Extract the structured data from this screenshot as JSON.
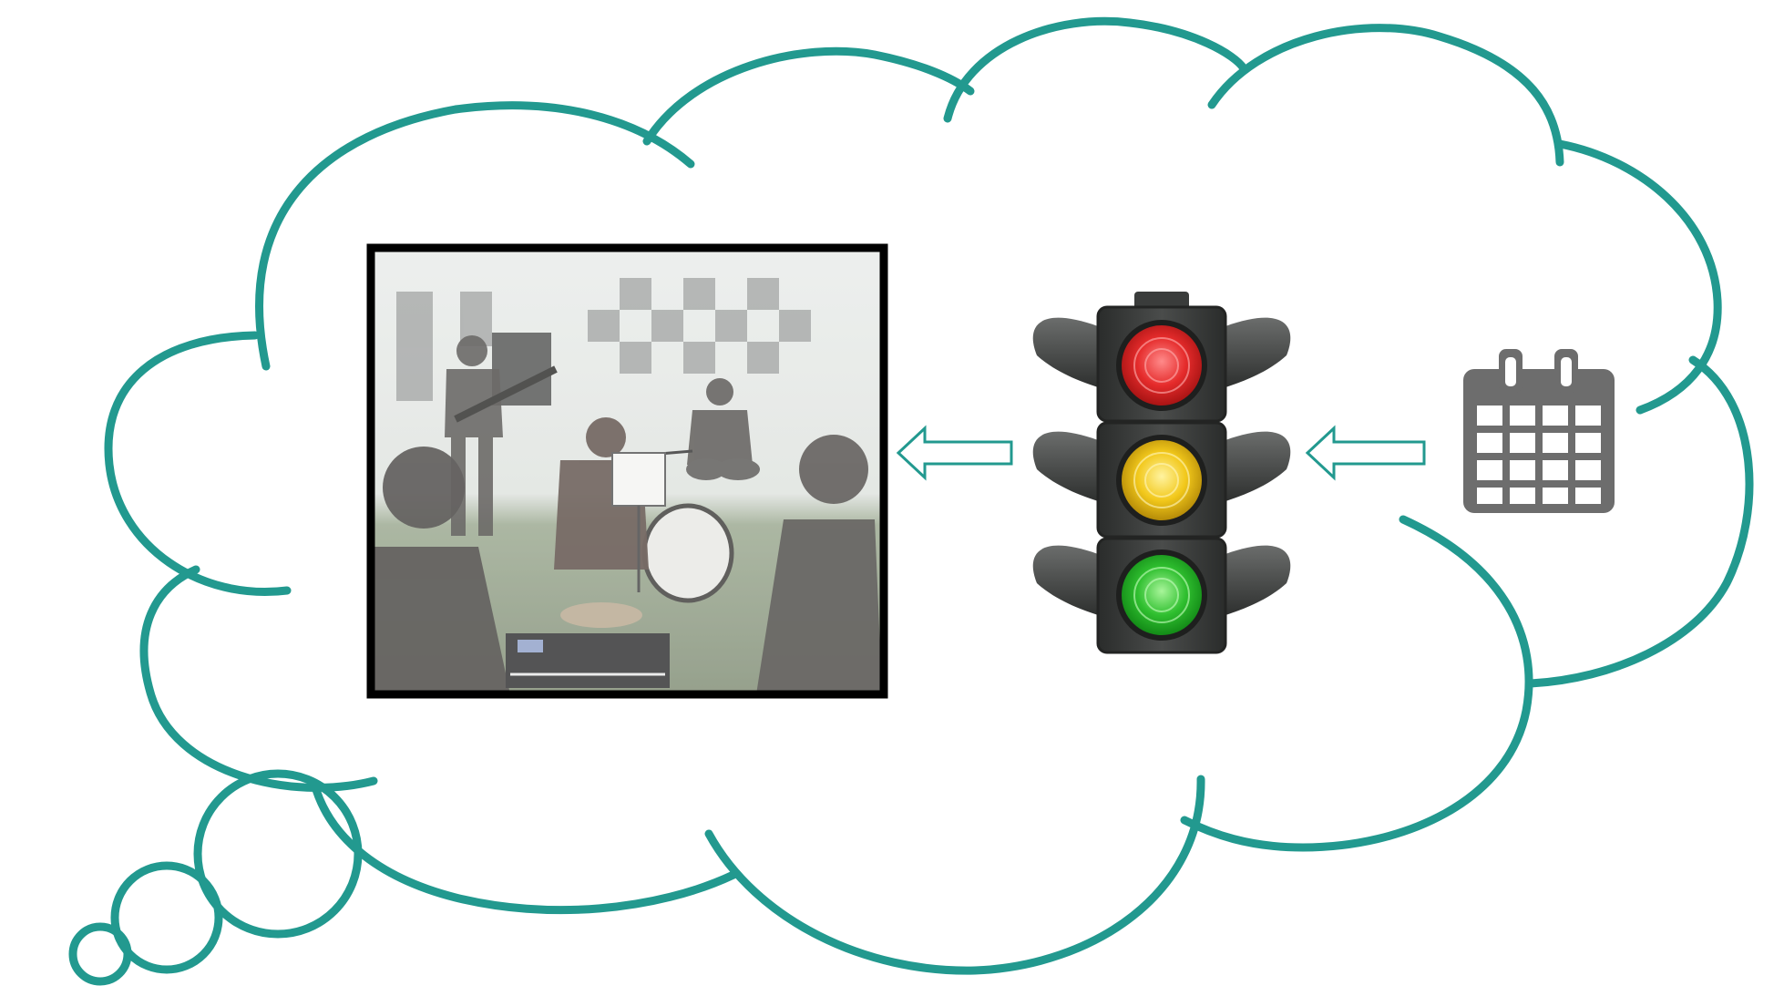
{
  "diagram": {
    "kind": "thought-bubble-flow",
    "flow": [
      "calendar-icon",
      "traffic-light",
      "band-rehearsal-photo"
    ],
    "colors": {
      "cloud_outline": "#22998f",
      "arrow_outline": "#22998f",
      "photo_frame": "#000000",
      "calendar": "#6d6d6d",
      "light_red": "#e52b2b",
      "light_yellow": "#f2c81b",
      "light_green": "#2fbf2f",
      "signal_housing": "#3c3e3d"
    },
    "icons": {
      "photo": "band-rehearsal-photo",
      "signal": "traffic-light-icon",
      "schedule": "calendar-icon",
      "arrows": "arrow-left-outline-icon"
    }
  }
}
